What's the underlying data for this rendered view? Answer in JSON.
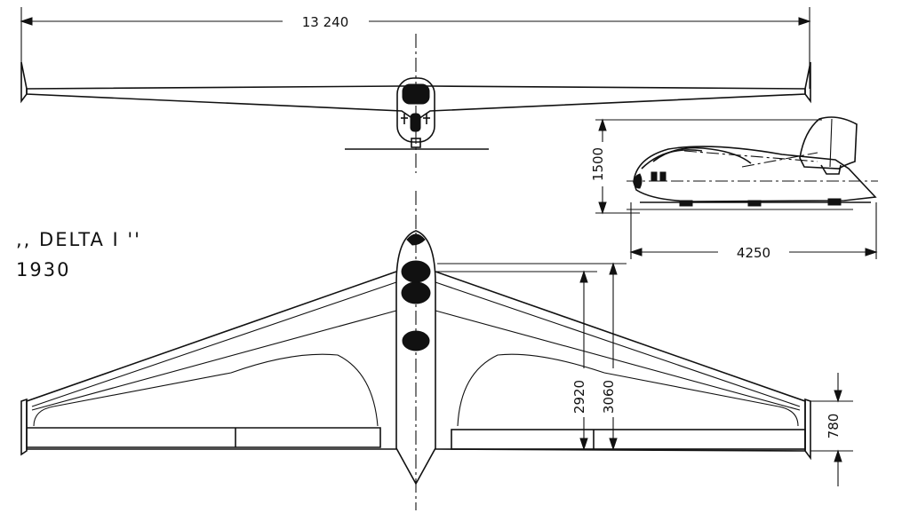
{
  "drawing": {
    "name_label": ",, DELTA I ''",
    "year_label": "1930",
    "dimensions": {
      "span": "13 240",
      "height": "1500",
      "fuselage_length": "4250",
      "root_chord_inner": "2920",
      "root_chord_outer": "3060",
      "tip_chord": "780"
    }
  }
}
